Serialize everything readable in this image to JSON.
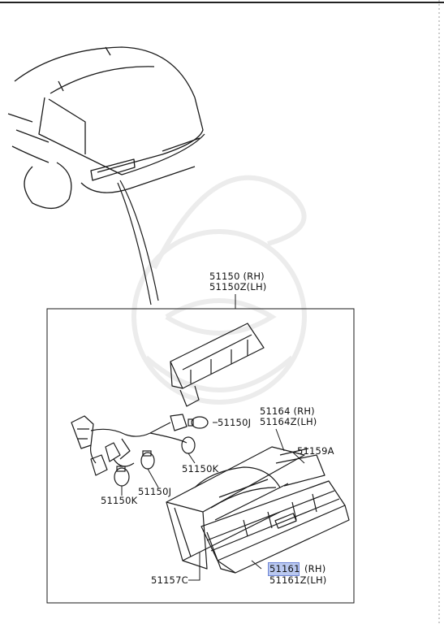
{
  "callouts": {
    "assembly": {
      "rh": "51150 (RH)",
      "lh": "51150Z(LH)"
    },
    "lens_upper": {
      "rh": "51164 (RH)",
      "lh": "51164Z(LH)"
    },
    "bulb_upper_right": "51150J",
    "bulb_middle": "51150K",
    "gasket": "51159A",
    "bulb_lower_middle": "51150J",
    "bulb_lower_left": "51150K",
    "housing": "51157C",
    "lens_lower": {
      "rh_num": "51161",
      "rh_suffix": "(RH)",
      "lh": "51161Z(LH)"
    }
  },
  "colors": {
    "line": "#1a1a1a",
    "highlight": "#b9c8f0",
    "watermark": "#efefef"
  }
}
